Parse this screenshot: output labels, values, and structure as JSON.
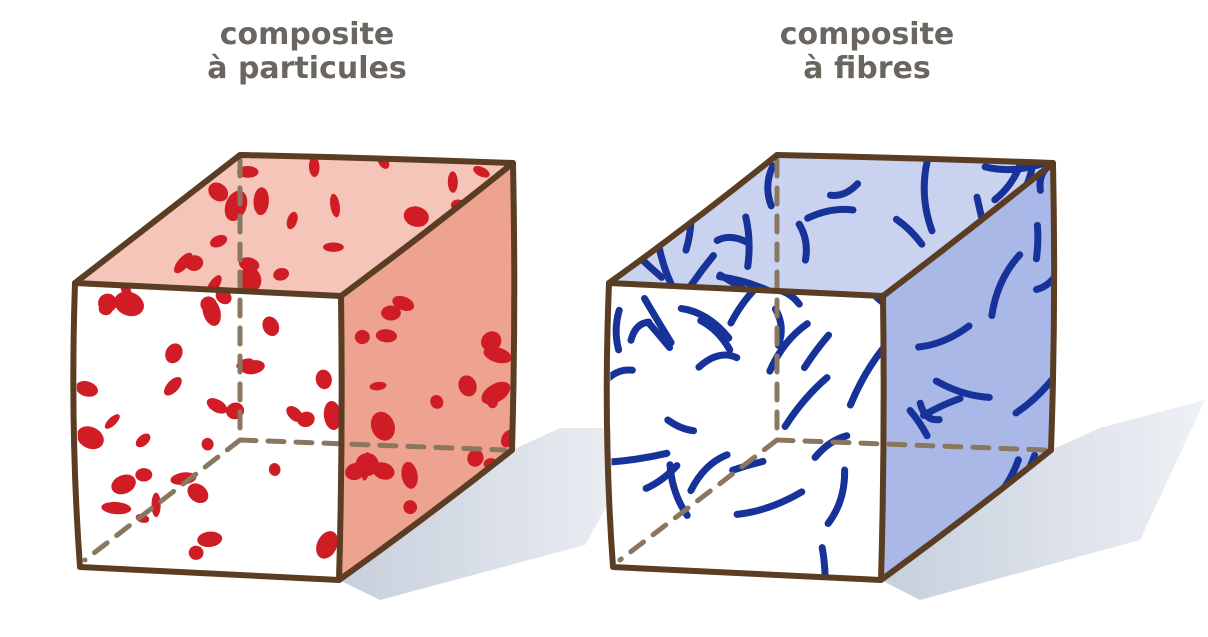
{
  "labels": {
    "left": {
      "line1": "composite",
      "line2": "à particules"
    },
    "right": {
      "line1": "composite",
      "line2": "à fibres"
    }
  },
  "colors": {
    "outline": "#5a3d22",
    "hidden_edge": "#8a7760",
    "particle": "#d01d25",
    "fibre": "#17339a",
    "left_top_face": "#f4c5b8",
    "left_side_face": "#eea290",
    "right_top_face": "#c9d2ee",
    "right_side_face": "#a9b8e6",
    "shadow": "#d5dbe6",
    "label_text": "#6b6560"
  },
  "icons": [
    "particle-composite-cube-icon",
    "fibre-composite-cube-icon"
  ]
}
